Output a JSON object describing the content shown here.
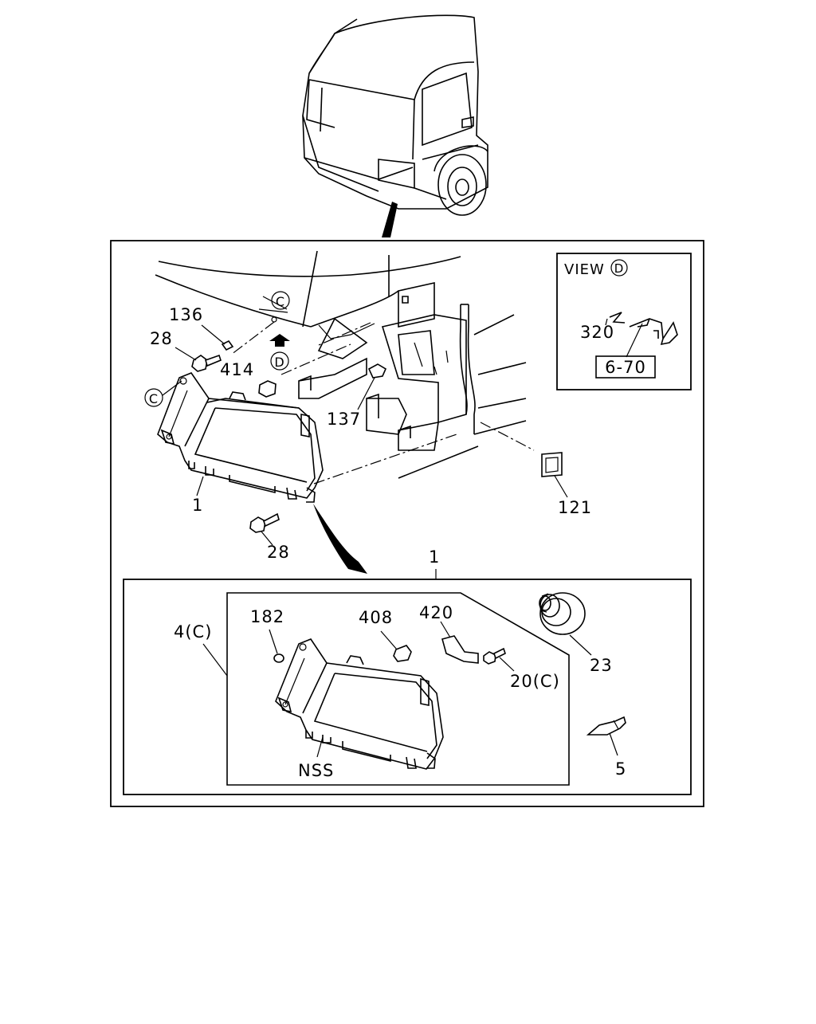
{
  "callouts": {
    "c136": "136",
    "c28a": "28",
    "c414": "414",
    "c137": "137",
    "c1a": "1",
    "c28b": "28",
    "c121": "121",
    "c1b": "1",
    "c182": "182",
    "c408": "408",
    "c420": "420",
    "c23": "23",
    "c4c": "4(C)",
    "c20c": "20(C)",
    "cnss": "NSS",
    "c5": "5",
    "c320": "320"
  },
  "markers": {
    "c_letter": "C",
    "d_letter": "D"
  },
  "view_box": {
    "title": "VIEW",
    "ref": "6-70"
  }
}
